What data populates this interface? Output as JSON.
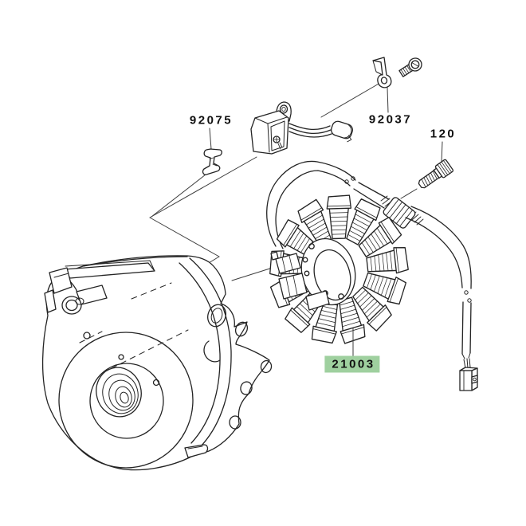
{
  "diagram": {
    "type": "exploded-parts-diagram",
    "subject": "engine-cover-stator-alternator-assembly",
    "background_color": "#ffffff",
    "line_color": "#242424",
    "leader_color": "#3d3d3d",
    "highlight_color": "#9fd09f",
    "labels": [
      {
        "id": "92075",
        "text": "92075",
        "highlighted": false
      },
      {
        "id": "92037",
        "text": "92037",
        "highlighted": false
      },
      {
        "id": "120",
        "text": "120",
        "highlighted": false
      },
      {
        "id": "21003",
        "text": "21003",
        "highlighted": true
      }
    ]
  }
}
